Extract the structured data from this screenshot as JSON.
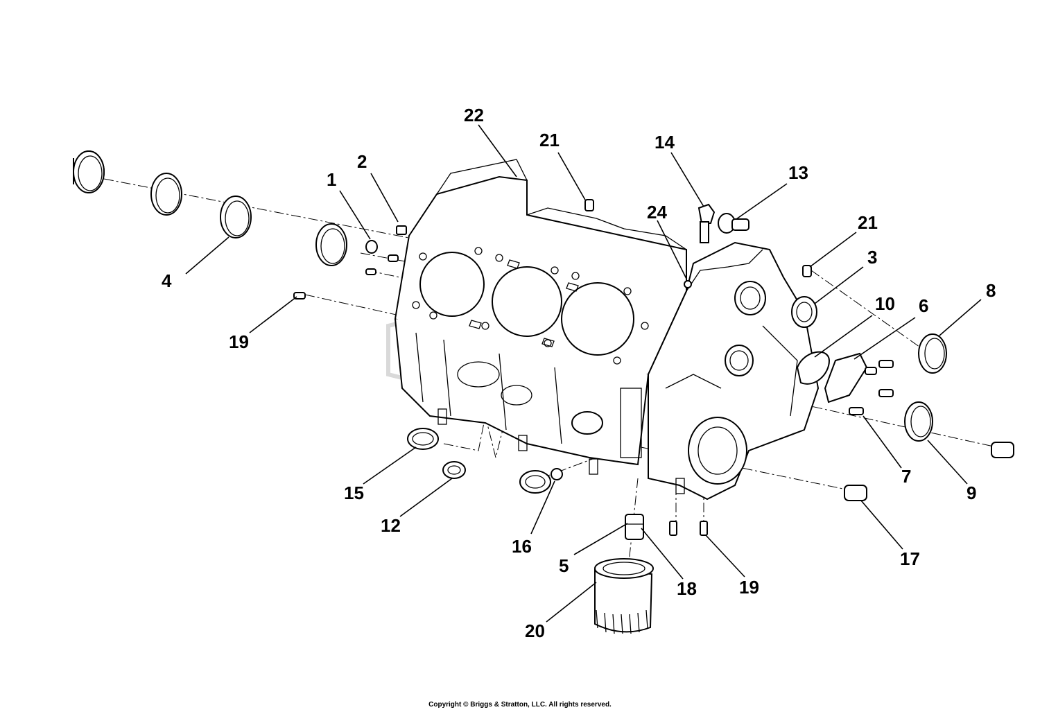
{
  "callouts": [
    {
      "id": "1",
      "label": "1"
    },
    {
      "id": "2",
      "label": "2"
    },
    {
      "id": "3",
      "label": "3"
    },
    {
      "id": "4",
      "label": "4"
    },
    {
      "id": "5",
      "label": "5"
    },
    {
      "id": "6",
      "label": "6"
    },
    {
      "id": "7",
      "label": "7"
    },
    {
      "id": "8",
      "label": "8"
    },
    {
      "id": "9",
      "label": "9"
    },
    {
      "id": "10",
      "label": "10"
    },
    {
      "id": "12",
      "label": "12"
    },
    {
      "id": "13",
      "label": "13"
    },
    {
      "id": "14",
      "label": "14"
    },
    {
      "id": "15",
      "label": "15"
    },
    {
      "id": "16",
      "label": "16"
    },
    {
      "id": "17",
      "label": "17"
    },
    {
      "id": "18",
      "label": "18"
    },
    {
      "id": "19a",
      "label": "19"
    },
    {
      "id": "19b",
      "label": "19"
    },
    {
      "id": "20",
      "label": "20"
    },
    {
      "id": "21a",
      "label": "21"
    },
    {
      "id": "21b",
      "label": "21"
    },
    {
      "id": "22",
      "label": "22"
    },
    {
      "id": "24",
      "label": "24"
    }
  ],
  "copyright": "Copyright © Briggs & Stratton, LLC. All rights reserved."
}
